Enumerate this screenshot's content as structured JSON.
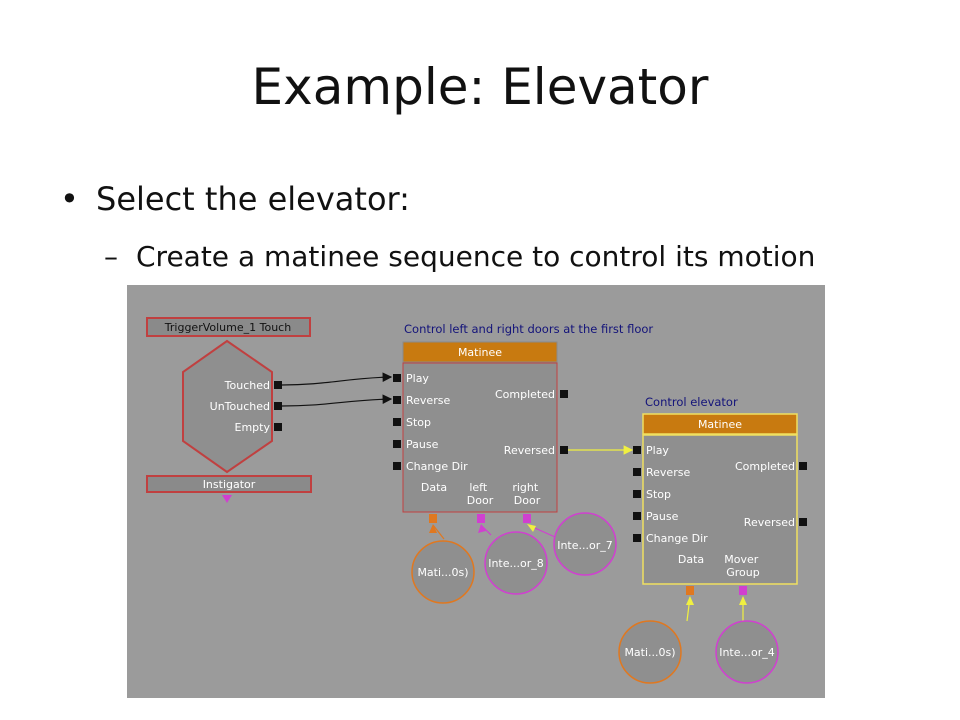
{
  "slide": {
    "title": "Example: Elevator",
    "bullet": "Select the elevator:",
    "sub_bullet": "Create a matinee sequence to control its motion"
  },
  "symbols": {
    "bullet": "•",
    "dash": "–"
  },
  "colors": {
    "canvas": "#9b9b9b",
    "matinee_header": "#c87a10",
    "node_outline": "#c04040",
    "selected_outline": "#f0e060",
    "link_yellow": "#f0f040",
    "var_purple": "#d040d0",
    "var_orange": "#e07820",
    "comment_text": "#13137a"
  },
  "event_node": {
    "title": "TriggerVolume_1 Touch",
    "outputs": [
      "Touched",
      "UnTouched",
      "Empty"
    ],
    "bottom_label": "Instigator"
  },
  "matinee_doors": {
    "comment": "Control left and right doors at the first floor",
    "header": "Matinee",
    "inputs": [
      "Play",
      "Reverse",
      "Stop",
      "Pause",
      "Change Dir"
    ],
    "outputs": [
      "Completed",
      "Reversed"
    ],
    "vars": [
      "Data",
      "left Door",
      "right Door"
    ]
  },
  "matinee_elevator": {
    "comment": "Control elevator",
    "header": "Matinee",
    "inputs": [
      "Play",
      "Reverse",
      "Stop",
      "Pause",
      "Change Dir"
    ],
    "outputs": [
      "Completed",
      "Reversed"
    ],
    "vars": [
      "Data",
      "Mover Group"
    ]
  },
  "variables": {
    "doors_data": "Mati...0s)",
    "left_door": "Inte...or_8",
    "right_door": "Inte...or_7",
    "elevator_data": "Mati...0s)",
    "elevator_mover": "Inte...or_4"
  }
}
